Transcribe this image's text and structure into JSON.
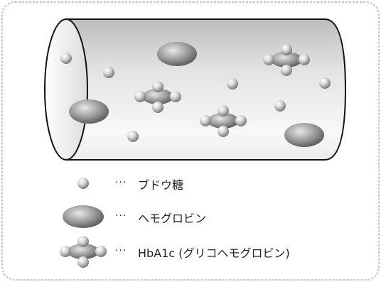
{
  "legend": [
    {
      "key": "glucose",
      "dots": "···",
      "label": "ブドウ糖"
    },
    {
      "key": "hemoglobin",
      "dots": "···",
      "label": "ヘモグロビン"
    },
    {
      "key": "hba1c",
      "dots": "···",
      "label": "HbA1c (グリコヘモグロビン)"
    }
  ],
  "colors": {
    "frame": "#bdbdbd",
    "vessel_stroke": "#111111",
    "vessel_fill_dark": "#bdbdbd",
    "vessel_fill_light": "#f4f4f4",
    "particle_dark": "#6a6a6a",
    "particle_light": "#f7f7f7"
  }
}
